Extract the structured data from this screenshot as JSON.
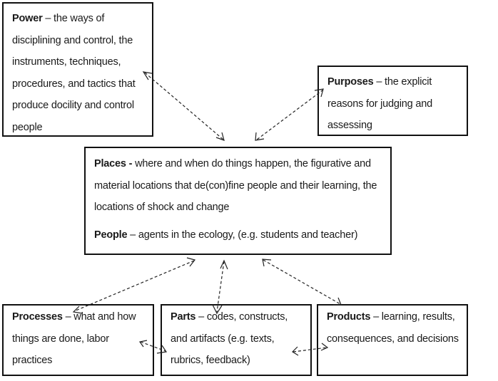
{
  "diagram": {
    "power": {
      "term": "Power",
      "separator": " – ",
      "definition": "the ways of disciplining and control, the instruments, techniques, procedures, and tactics that produce docility and control people"
    },
    "purposes": {
      "term": "Purposes",
      "separator": " – ",
      "definition": "the explicit reasons for judging and assessing"
    },
    "places": {
      "term": "Places -",
      "separator": " ",
      "definition": "where and when do things happen, the figurative and material locations that de(con)fine people and their learning, the locations of shock and change"
    },
    "people": {
      "term": "People",
      "separator": " – ",
      "definition": "agents in the ecology, (e.g. students and teacher)"
    },
    "processes": {
      "term": "Processes",
      "separator": " – ",
      "definition": "what and how things are done, labor practices"
    },
    "parts": {
      "term": "Parts",
      "separator": " – ",
      "definition": "codes, constructs, and artifacts (e.g. texts, rubrics, feedback)"
    },
    "products": {
      "term": "Products",
      "separator": " – ",
      "definition": "learning, results, consequences, and decisions"
    },
    "connections": [
      {
        "from": "power",
        "to": "places",
        "style": "dashed-bidirectional"
      },
      {
        "from": "purposes",
        "to": "places",
        "style": "dashed-bidirectional"
      },
      {
        "from": "places",
        "to": "processes",
        "style": "dashed-bidirectional"
      },
      {
        "from": "places",
        "to": "parts",
        "style": "dashed-bidirectional"
      },
      {
        "from": "places",
        "to": "products",
        "style": "dashed-bidirectional"
      },
      {
        "from": "processes",
        "to": "parts",
        "style": "dashed-bidirectional"
      },
      {
        "from": "parts",
        "to": "products",
        "style": "dashed-bidirectional"
      }
    ]
  }
}
